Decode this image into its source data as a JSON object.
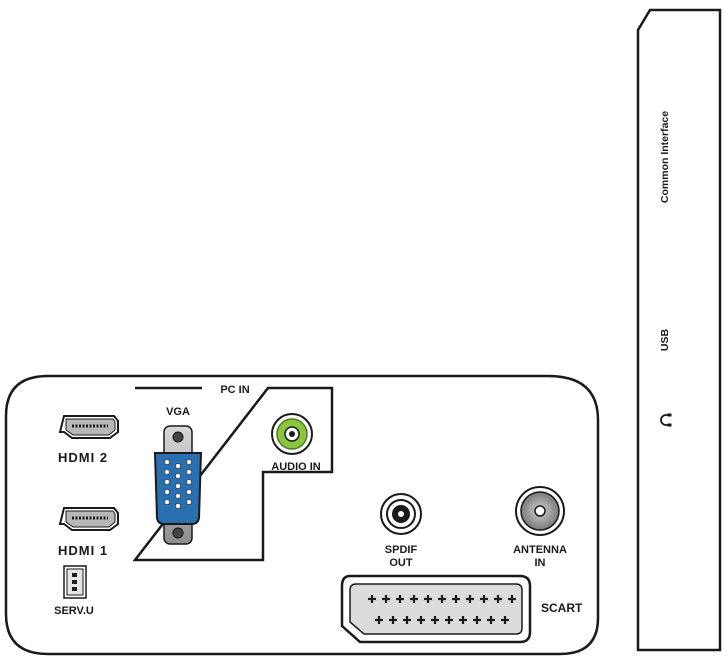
{
  "rear_panel": {
    "pc_in_label": "PC IN",
    "vga_label": "VGA",
    "audio_in_label": "AUDIO IN",
    "hdmi2_label": "HDMI 2",
    "hdmi1_label": "HDMI 1",
    "serv_u_label": "SERV.U",
    "spdif_label_line1": "SPDIF",
    "spdif_label_line2": "OUT",
    "antenna_label_line1": "ANTENNA",
    "antenna_label_line2": "IN",
    "scart_label": "SCART"
  },
  "side_panel": {
    "common_interface_label": "Common Interface",
    "usb_label": "USB",
    "headphone_icon": "headphone-icon"
  },
  "colors": {
    "outline": "#1a1a1a",
    "vga_blue": "#2a6fb0",
    "audio_green": "#8cc63f",
    "connector_grey": "#b0b0b0"
  }
}
